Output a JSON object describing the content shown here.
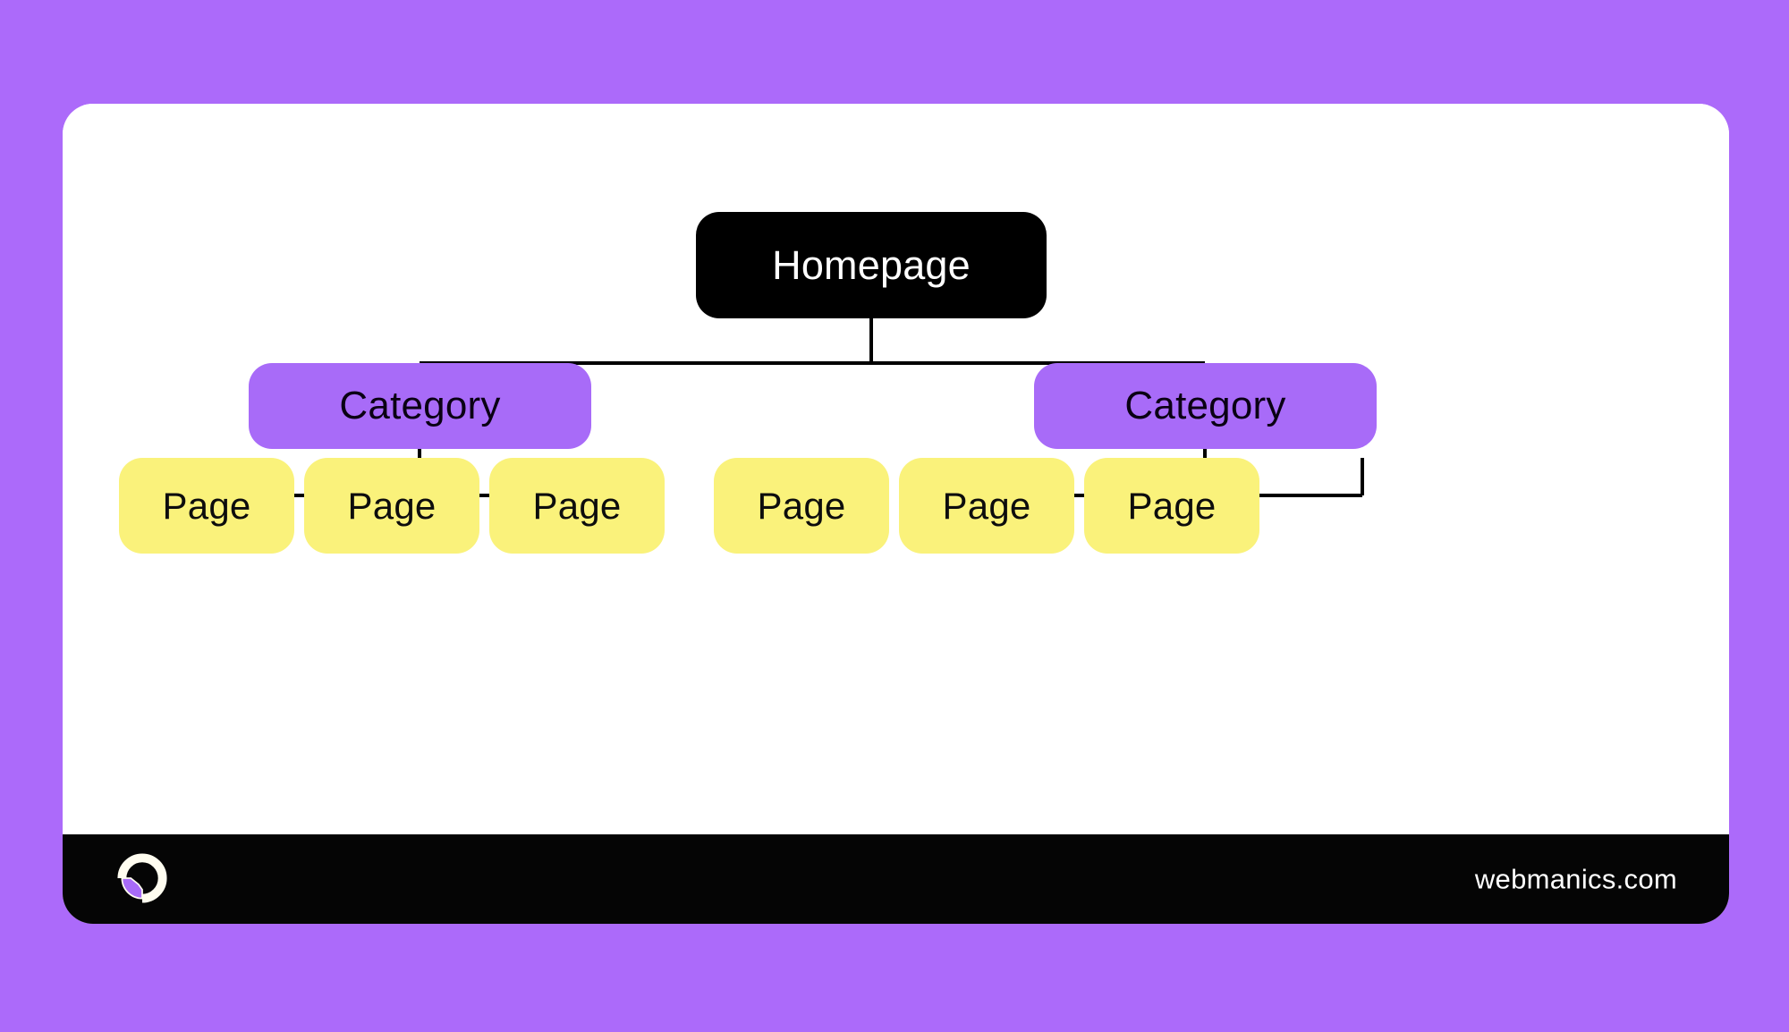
{
  "canvas": {
    "background_color": "#AC6AFA",
    "card_background": "#FFFFFF"
  },
  "diagram": {
    "type": "sitemap-tree",
    "root": {
      "label": "Homepage",
      "fill": "#000000",
      "text_color": "#FFFFFF"
    },
    "categories": [
      {
        "label": "Category",
        "fill": "#A86BF8",
        "text_color": "#0A0014"
      },
      {
        "label": "Category",
        "fill": "#A86BF8",
        "text_color": "#0A0014"
      }
    ],
    "pages": [
      {
        "label": "Page",
        "fill": "#FAF27B",
        "text_color": "#0D0D0D",
        "parent": 0
      },
      {
        "label": "Page",
        "fill": "#FAF27B",
        "text_color": "#0D0D0D",
        "parent": 0
      },
      {
        "label": "Page",
        "fill": "#FAF27B",
        "text_color": "#0D0D0D",
        "parent": 0
      },
      {
        "label": "Page",
        "fill": "#FAF27B",
        "text_color": "#0D0D0D",
        "parent": 1
      },
      {
        "label": "Page",
        "fill": "#FAF27B",
        "text_color": "#0D0D0D",
        "parent": 1
      },
      {
        "label": "Page",
        "fill": "#FAF27B",
        "text_color": "#0D0D0D",
        "parent": 1
      }
    ],
    "connector_color": "#000000"
  },
  "footer": {
    "background": "#050505",
    "site": "webmanics.com",
    "site_color": "#FFFFFF",
    "logo": {
      "icon": "ring-quadrants-logo",
      "ring_color": "#FFFDF0",
      "accent_color": "#A86BF8"
    }
  }
}
